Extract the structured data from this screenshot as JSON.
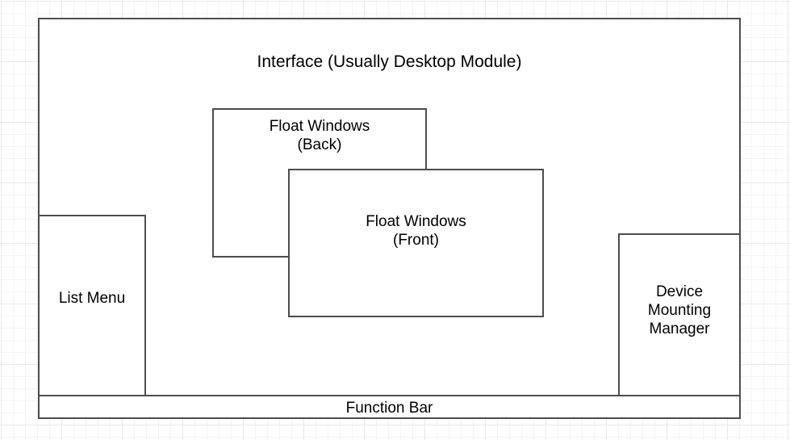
{
  "diagram": {
    "title": "Interface (Usually Desktop Module)",
    "background": {
      "grid": "true",
      "minor_grid_color": "#f4f4f4",
      "major_grid_color": "#e8e8e8",
      "page_color": "#ffffff"
    },
    "stroke_color": "#4d4d4d",
    "text_color": "#000000",
    "boxes": {
      "interface": {
        "label": "Interface (Usually Desktop Module)"
      },
      "float_back": {
        "label": "Float Windows\n(Back)"
      },
      "float_front": {
        "label": "Float Windows\n(Front)"
      },
      "list_menu": {
        "label": "List Menu"
      },
      "device_manager": {
        "label": "Device\nMounting\nManager"
      },
      "function_bar": {
        "label": "Function Bar"
      }
    }
  }
}
